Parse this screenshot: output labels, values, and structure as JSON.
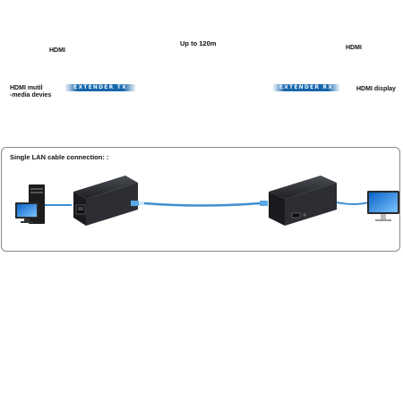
{
  "diagram": {
    "title": "Single LAN cable connection: :",
    "source": {
      "hdmi_label": "HDMI",
      "label": "HDMI mutil\n-media devies"
    },
    "cable": {
      "label": "Up to 120m"
    },
    "transmitter": {
      "badge": "EXTENDER TX"
    },
    "receiver": {
      "badge": "EXTENDER RX"
    },
    "display": {
      "hdmi_label": "HDMI",
      "label": "HDMI display"
    }
  },
  "colors": {
    "cable": "#3f8fd0",
    "badge": "#1766aa",
    "device_body": "#2b2d31",
    "screen": "#1e88e5"
  }
}
